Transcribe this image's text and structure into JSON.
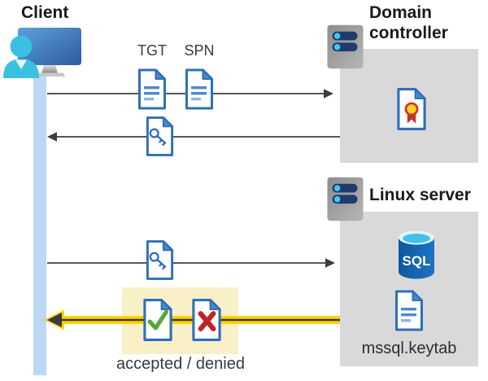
{
  "client": {
    "label": "Client"
  },
  "domain_controller": {
    "title": "Domain controller"
  },
  "linux_server": {
    "title": "Linux server",
    "keytab_file": "mssql.keytab",
    "sql_badge": "SQL"
  },
  "messages": {
    "tgt": "TGT",
    "spn": "SPN",
    "result": "accepted / denied"
  },
  "icons": {
    "client": "person-at-computer-icon",
    "domain_controller": "server-icon",
    "linux_server": "server-icon",
    "ticket": "document-icon",
    "session_key": "key-document-icon",
    "certificate": "certificate-document-icon",
    "accepted": "check-document-icon",
    "denied": "cross-document-icon",
    "database": "sql-database-icon"
  },
  "colors": {
    "doc_border_blue": "#2F6FBA",
    "doc_fold_blue": "#4D88C8",
    "doc_line_blue": "#4F89C9",
    "lifeline_blue": "#BCD8F5",
    "box_gray": "#D9D9D9",
    "highlight_yellow": "#FAF0C8",
    "arrow_gray": "#575757",
    "arrow_yellow": "#FFD400",
    "check_green": "#57A73C",
    "cross_red": "#C02428",
    "sql_body_blue": "#1266B0",
    "sql_top_cyan": "#41C2E8",
    "person_cyan": "#3AC1E2",
    "server_bar_navy": "#1E3C6E",
    "cert_gold": "#FFD21C",
    "cert_red": "#C2342C"
  }
}
